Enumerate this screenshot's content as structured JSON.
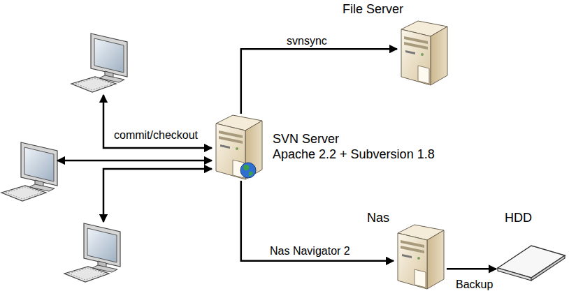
{
  "diagram": {
    "nodes": [
      {
        "text": [
          "File Server"
        ]
      },
      {
        "text": [
          "SVN Server",
          "Apache 2.2 + Subversion 1.8"
        ]
      },
      {
        "text": [
          "Nas"
        ]
      },
      {
        "text": [
          "HDD"
        ]
      }
    ],
    "edges": [
      {
        "from": 1,
        "to": 0,
        "label": "svnsync",
        "arrow": "to"
      },
      {
        "from": 1,
        "to": 2,
        "label": "Nas Navigator 2",
        "arrow": "to"
      },
      {
        "from": 2,
        "to": 3,
        "label": "Backup",
        "arrow": "to"
      }
    ],
    "labels": [
      "commit/checkout"
    ]
  }
}
